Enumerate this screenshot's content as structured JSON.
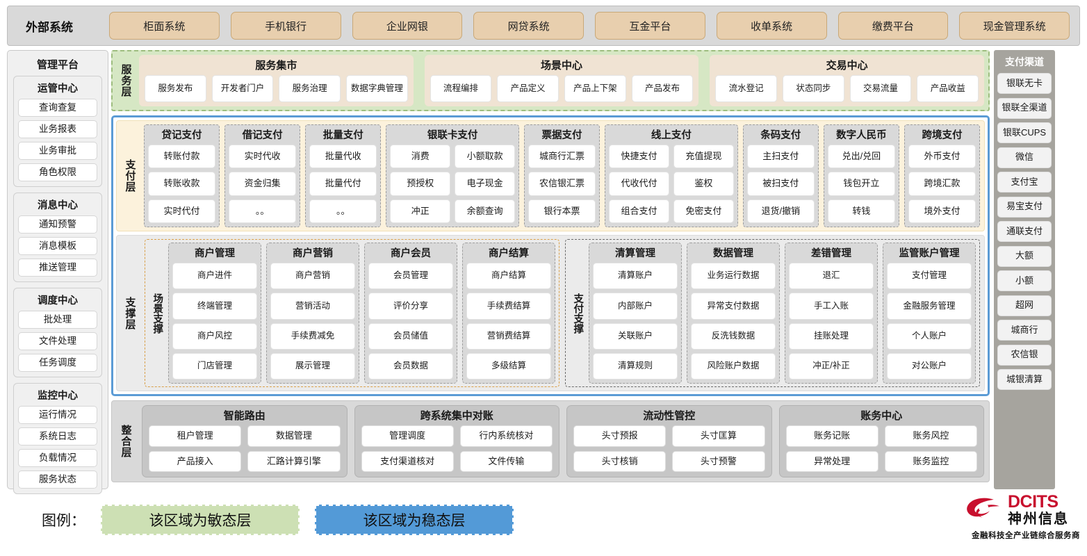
{
  "external": {
    "title": "外部系统",
    "items": [
      "柜面系统",
      "手机银行",
      "企业网银",
      "网贷系统",
      "互金平台",
      "收单系统",
      "缴费平台",
      "现金管理系统"
    ]
  },
  "management": {
    "title": "管理平台",
    "groups": [
      {
        "title": "运管中心",
        "items": [
          "查询查复",
          "业务报表",
          "业务审批",
          "角色权限"
        ]
      },
      {
        "title": "消息中心",
        "items": [
          "通知预警",
          "消息模板",
          "推送管理"
        ]
      },
      {
        "title": "调度中心",
        "items": [
          "批处理",
          "文件处理",
          "任务调度"
        ]
      },
      {
        "title": "监控中心",
        "items": [
          "运行情况",
          "系统日志",
          "负载情况",
          "服务状态"
        ]
      }
    ]
  },
  "channels": {
    "title": "支付渠道",
    "items": [
      "银联无卡",
      "银联全渠道",
      "银联CUPS",
      "微信",
      "支付宝",
      "易宝支付",
      "通联支付",
      "大额",
      "小额",
      "超网",
      "城商行",
      "农信银",
      "城银清算"
    ]
  },
  "service_layer": {
    "label": "服务层",
    "boxes": [
      {
        "title": "服务集市",
        "items": [
          "服务发布",
          "开发者门户",
          "服务治理",
          "数据字典管理"
        ]
      },
      {
        "title": "场景中心",
        "items": [
          "流程编排",
          "产品定义",
          "产品上下架",
          "产品发布"
        ]
      },
      {
        "title": "交易中心",
        "items": [
          "流水登记",
          "状态同步",
          "交易流量",
          "产品收益"
        ]
      }
    ]
  },
  "payment_layer": {
    "label": "支付层",
    "columns": [
      {
        "title": "贷记支付",
        "cols": 1,
        "rows": [
          [
            "转账付款"
          ],
          [
            "转账收款"
          ],
          [
            "实时代付"
          ]
        ]
      },
      {
        "title": "借记支付",
        "cols": 1,
        "rows": [
          [
            "实时代收"
          ],
          [
            "资金归集"
          ],
          [
            "。。"
          ]
        ]
      },
      {
        "title": "批量支付",
        "cols": 1,
        "rows": [
          [
            "批量代收"
          ],
          [
            "批量代付"
          ],
          [
            "。。"
          ]
        ]
      },
      {
        "title": "银联卡支付",
        "cols": 2,
        "rows": [
          [
            "消费",
            "小额取款"
          ],
          [
            "预授权",
            "电子现金"
          ],
          [
            "冲正",
            "余额查询"
          ]
        ]
      },
      {
        "title": "票据支付",
        "cols": 1,
        "rows": [
          [
            "城商行汇票"
          ],
          [
            "农信银汇票"
          ],
          [
            "银行本票"
          ]
        ]
      },
      {
        "title": "线上支付",
        "cols": 2,
        "rows": [
          [
            "快捷支付",
            "充值提现"
          ],
          [
            "代收代付",
            "鉴权"
          ],
          [
            "组合支付",
            "免密支付"
          ]
        ]
      },
      {
        "title": "条码支付",
        "cols": 1,
        "rows": [
          [
            "主扫支付"
          ],
          [
            "被扫支付"
          ],
          [
            "退货/撤销"
          ]
        ]
      },
      {
        "title": "数字人民币",
        "cols": 1,
        "rows": [
          [
            "兑出/兑回"
          ],
          [
            "钱包开立"
          ],
          [
            "转钱"
          ]
        ]
      },
      {
        "title": "跨境支付",
        "cols": 1,
        "rows": [
          [
            "外币支付"
          ],
          [
            "跨境汇款"
          ],
          [
            "境外支付"
          ]
        ]
      }
    ]
  },
  "support_layer": {
    "label": "支撑层",
    "panels": [
      {
        "label": "场景支撑",
        "columns": [
          {
            "title": "商户管理",
            "items": [
              "商户进件",
              "终端管理",
              "商户风控",
              "门店管理"
            ]
          },
          {
            "title": "商户营销",
            "items": [
              "商户营销",
              "营销活动",
              "手续费减免",
              "展示管理"
            ]
          },
          {
            "title": "商户会员",
            "items": [
              "会员管理",
              "评价分享",
              "会员储值",
              "会员数据"
            ]
          },
          {
            "title": "商户结算",
            "items": [
              "商户结算",
              "手续费结算",
              "营销费结算",
              "多级结算"
            ]
          }
        ]
      },
      {
        "label": "支付支撑",
        "columns": [
          {
            "title": "清算管理",
            "items": [
              "清算账户",
              "内部账户",
              "关联账户",
              "清算规则"
            ]
          },
          {
            "title": "数据管理",
            "items": [
              "业务运行数据",
              "异常支付数据",
              "反洗钱数据",
              "风险账户数据"
            ]
          },
          {
            "title": "差错管理",
            "items": [
              "退汇",
              "手工入账",
              "挂账处理",
              "冲正/补正"
            ]
          },
          {
            "title": "监管账户管理",
            "items": [
              "支付管理",
              "金融服务管理",
              "个人账户",
              "对公账户"
            ]
          }
        ]
      }
    ]
  },
  "integration_layer": {
    "label": "整合层",
    "boxes": [
      {
        "title": "智能路由",
        "rows": [
          [
            "租户管理",
            "数据管理"
          ],
          [
            "产品接入",
            "汇路计算引擎"
          ]
        ]
      },
      {
        "title": "跨系统集中对账",
        "rows": [
          [
            "管理调度",
            "行内系统核对"
          ],
          [
            "支付渠道核对",
            "文件传输"
          ]
        ]
      },
      {
        "title": "流动性管控",
        "rows": [
          [
            "头寸预报",
            "头寸匡算"
          ],
          [
            "头寸核销",
            "头寸预警"
          ]
        ]
      },
      {
        "title": "账务中心",
        "rows": [
          [
            "账务记账",
            "账务风控"
          ],
          [
            "异常处理",
            "账务监控"
          ]
        ]
      }
    ]
  },
  "legend": {
    "label": "图例：",
    "agile": "该区域为敏态层",
    "stable": "该区域为稳态层",
    "agile_color": "#cde0b4",
    "stable_color": "#539ad7"
  },
  "logo": {
    "en": "DCITS",
    "cn": "神州信息",
    "tagline": "金融科技全产业链综合服务商",
    "brand_color": "#c8102e"
  }
}
